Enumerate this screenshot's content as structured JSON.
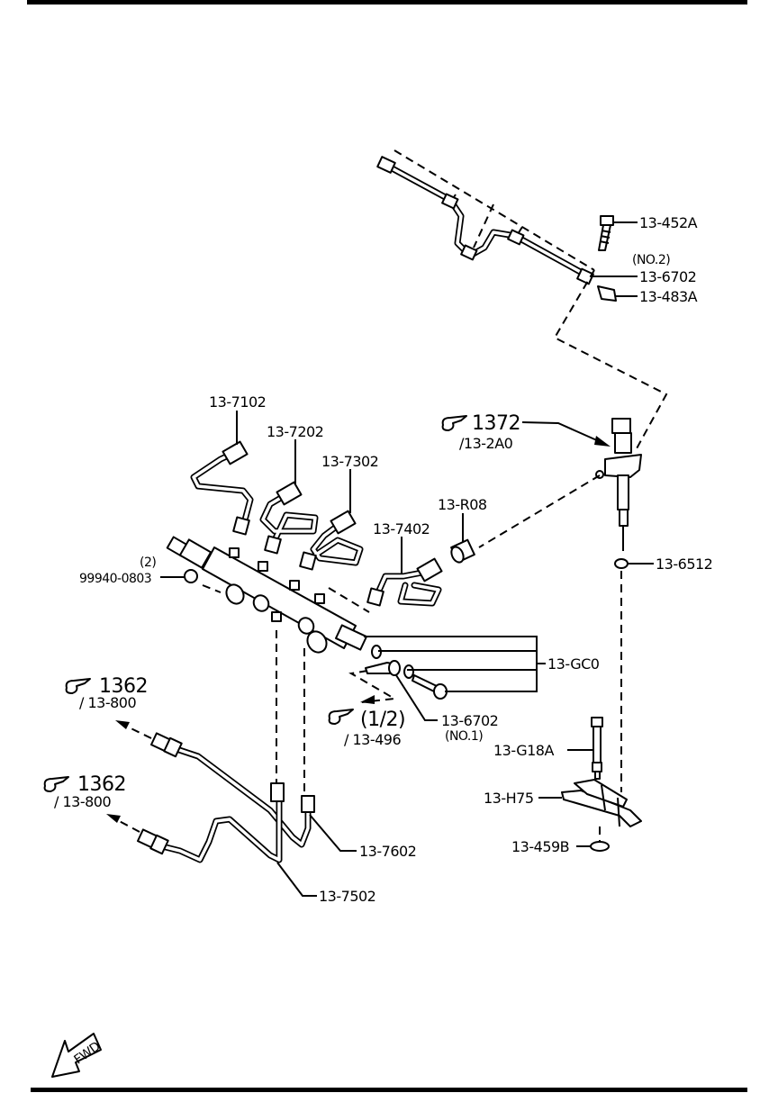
{
  "diagram": {
    "title": "Fuel Injection Rail and Injection Pipes",
    "callouts": {
      "p452A": "13-452A",
      "p6702no2_note": "(NO.2)",
      "p6702no2": "13-6702",
      "p483A": "13-483A",
      "p7102": "13-7102",
      "p7202": "13-7202",
      "p7302": "13-7302",
      "p7402": "13-7402",
      "pR08": "13-R08",
      "p6512": "13-6512",
      "qty2": "(2)",
      "p99940": "99940-0803",
      "pGC0": "13-GC0",
      "p6702no1": "13-6702",
      "p6702no1_note": "(NO.1)",
      "pG18A": "13-G18A",
      "pH75": "13-H75",
      "p459B": "13-459B",
      "p7602": "13-7602",
      "p7502": "13-7502"
    },
    "references": {
      "ref1372": {
        "fig": "1372",
        "sub": "/13-2A0"
      },
      "ref12": {
        "fig": "(1/2)",
        "sub": "/ 13-496"
      },
      "ref1362a": {
        "fig": "1362",
        "sub": "/ 13-800"
      },
      "ref1362b": {
        "fig": "1362",
        "sub": "/ 13-800"
      }
    },
    "fwd_label": "FWD",
    "icons": {
      "reference": "pointing-hand-icon",
      "direction": "forward-arrow-icon"
    },
    "colors": {
      "ink": "#000000",
      "paper": "#ffffff"
    }
  }
}
